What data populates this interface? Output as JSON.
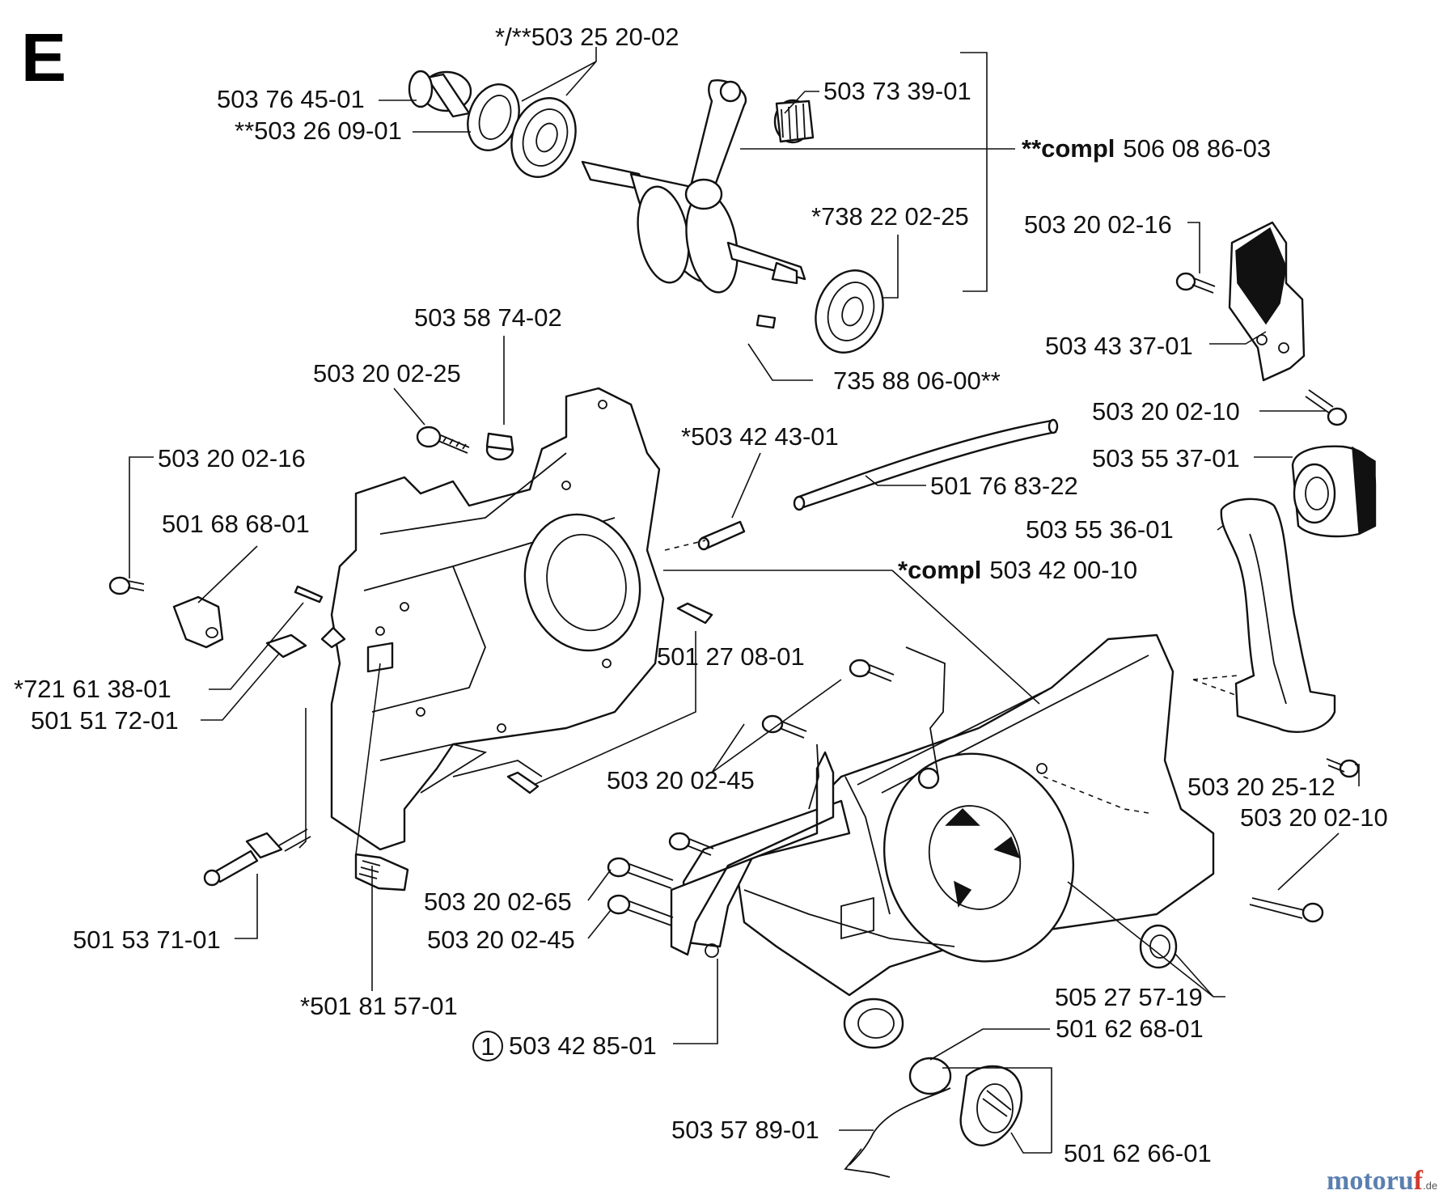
{
  "section_letter": "E",
  "labels": {
    "p_503_25_20_02": "*/**503 25 20-02",
    "p_503_76_45_01": "503 76 45-01",
    "p_503_26_09_01": "**503 26 09-01",
    "p_503_73_39_01": "503 73 39-01",
    "compl_crank_prefix": "**compl",
    "compl_crank_number": "506 08 86-03",
    "p_738_22_02_25": "*738 22 02-25",
    "p_503_20_02_16_top": "503 20 02-16",
    "p_503_43_37_01": "503 43 37-01",
    "p_735_88_06_00": "735 88 06-00**",
    "p_503_58_74_02": "503 58 74-02",
    "p_503_20_02_25": "503 20 02-25",
    "p_503_20_02_10_top": "503 20 02-10",
    "p_503_42_43_01": "*503 42 43-01",
    "p_503_55_37_01": "503 55 37-01",
    "p_503_20_02_16_left": "503 20 02-16",
    "p_501_76_83_22": "501 76 83-22",
    "p_501_68_68_01": "501 68 68-01",
    "p_503_55_36_01": "503 55 36-01",
    "compl_case_prefix": "*compl",
    "compl_case_number": "503 42 00-10",
    "p_501_27_08_01": "501 27 08-01",
    "p_721_61_38_01": "*721 61 38-01",
    "p_501_51_72_01": "501 51 72-01",
    "p_503_20_02_45_upper": "503 20 02-45",
    "p_503_20_25_12": "503 20 25-12",
    "p_503_20_02_10_right": "503 20 02-10",
    "p_503_20_02_65": "503 20 02-65",
    "p_501_53_71_01": "501 53 71-01",
    "p_503_20_02_45_lower": "503 20 02-45",
    "p_505_27_57_19": "505 27 57-19",
    "p_501_81_57_01": "*501 81 57-01",
    "p_501_62_68_01": "501 62 68-01",
    "circled_ref_number": "1",
    "p_503_42_85_01": "503 42 85-01",
    "p_503_57_89_01": "503 57 89-01",
    "p_501_62_66_01": "501 62 66-01"
  },
  "watermark": {
    "brand_main": "motoru",
    "brand_accent": "f",
    "brand_suffix": ".de"
  },
  "colors": {
    "ink": "#111111",
    "logo_blue": "#5a7fb0",
    "logo_red": "#d13b2e"
  }
}
